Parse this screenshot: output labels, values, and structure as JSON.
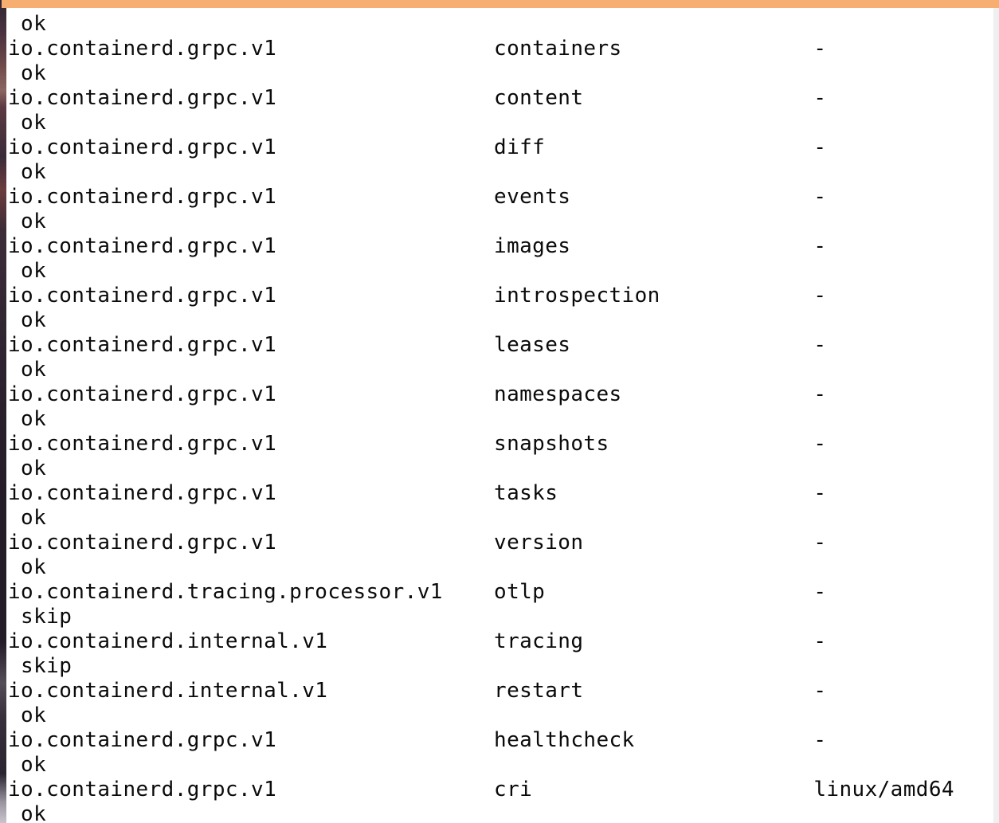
{
  "colors": {
    "top_bar": "#f7ae71",
    "background": "#ffffff",
    "text": "#0a0a0a",
    "scrollbar_track": "#efefef"
  },
  "terminal": {
    "leading_status": "ok",
    "columns": {
      "type_width": 38,
      "id_width": 25
    },
    "plugins": [
      {
        "type": "io.containerd.grpc.v1",
        "id": "containers",
        "platforms": "-",
        "status": "ok"
      },
      {
        "type": "io.containerd.grpc.v1",
        "id": "content",
        "platforms": "-",
        "status": "ok"
      },
      {
        "type": "io.containerd.grpc.v1",
        "id": "diff",
        "platforms": "-",
        "status": "ok"
      },
      {
        "type": "io.containerd.grpc.v1",
        "id": "events",
        "platforms": "-",
        "status": "ok"
      },
      {
        "type": "io.containerd.grpc.v1",
        "id": "images",
        "platforms": "-",
        "status": "ok"
      },
      {
        "type": "io.containerd.grpc.v1",
        "id": "introspection",
        "platforms": "-",
        "status": "ok"
      },
      {
        "type": "io.containerd.grpc.v1",
        "id": "leases",
        "platforms": "-",
        "status": "ok"
      },
      {
        "type": "io.containerd.grpc.v1",
        "id": "namespaces",
        "platforms": "-",
        "status": "ok"
      },
      {
        "type": "io.containerd.grpc.v1",
        "id": "snapshots",
        "platforms": "-",
        "status": "ok"
      },
      {
        "type": "io.containerd.grpc.v1",
        "id": "tasks",
        "platforms": "-",
        "status": "ok"
      },
      {
        "type": "io.containerd.grpc.v1",
        "id": "version",
        "platforms": "-",
        "status": "ok"
      },
      {
        "type": "io.containerd.tracing.processor.v1",
        "id": "otlp",
        "platforms": "-",
        "status": "skip"
      },
      {
        "type": "io.containerd.internal.v1",
        "id": "tracing",
        "platforms": "-",
        "status": "skip"
      },
      {
        "type": "io.containerd.internal.v1",
        "id": "restart",
        "platforms": "-",
        "status": "ok"
      },
      {
        "type": "io.containerd.grpc.v1",
        "id": "healthcheck",
        "platforms": "-",
        "status": "ok"
      },
      {
        "type": "io.containerd.grpc.v1",
        "id": "cri",
        "platforms": "linux/amd64",
        "status": "ok"
      }
    ]
  }
}
